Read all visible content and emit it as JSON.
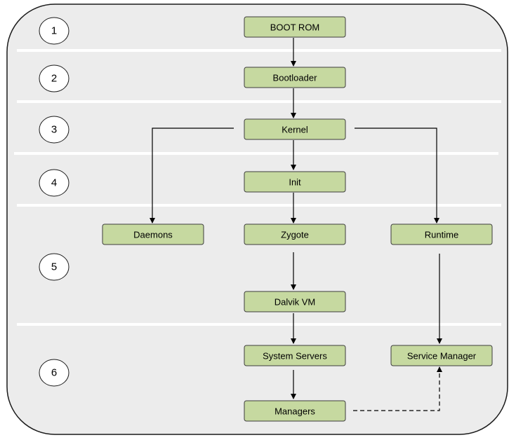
{
  "diagram": {
    "colors": {
      "panel_fill": "#ececec",
      "panel_stroke": "#1a1a1a",
      "separator": "#ffffff",
      "box_fill": "#c6d9a0",
      "box_stroke": "#3d3d3d",
      "arrow": "#000000",
      "circle_fill": "#ffffff"
    },
    "stages": [
      {
        "id": "s1",
        "label": "1"
      },
      {
        "id": "s2",
        "label": "2"
      },
      {
        "id": "s3",
        "label": "3"
      },
      {
        "id": "s4",
        "label": "4"
      },
      {
        "id": "s5",
        "label": "5"
      },
      {
        "id": "s6",
        "label": "6"
      }
    ],
    "boxes": [
      {
        "id": "boot-rom",
        "label": "BOOT ROM"
      },
      {
        "id": "bootloader",
        "label": "Bootloader"
      },
      {
        "id": "kernel",
        "label": "Kernel"
      },
      {
        "id": "init",
        "label": "Init"
      },
      {
        "id": "daemons",
        "label": "Daemons"
      },
      {
        "id": "zygote",
        "label": "Zygote"
      },
      {
        "id": "runtime",
        "label": "Runtime"
      },
      {
        "id": "dalvik-vm",
        "label": "Dalvik VM"
      },
      {
        "id": "system-servers",
        "label": "System Servers"
      },
      {
        "id": "service-manager",
        "label": "Service Manager"
      },
      {
        "id": "managers",
        "label": "Managers"
      }
    ],
    "edges": [
      {
        "from": "boot-rom",
        "to": "bootloader",
        "style": "solid"
      },
      {
        "from": "bootloader",
        "to": "kernel",
        "style": "solid"
      },
      {
        "from": "kernel",
        "to": "init",
        "style": "solid"
      },
      {
        "from": "kernel",
        "to": "daemons",
        "style": "solid"
      },
      {
        "from": "kernel",
        "to": "runtime",
        "style": "solid"
      },
      {
        "from": "init",
        "to": "zygote",
        "style": "solid"
      },
      {
        "from": "zygote",
        "to": "dalvik-vm",
        "style": "solid"
      },
      {
        "from": "dalvik-vm",
        "to": "system-servers",
        "style": "solid"
      },
      {
        "from": "runtime",
        "to": "service-manager",
        "style": "solid"
      },
      {
        "from": "system-servers",
        "to": "managers",
        "style": "solid"
      },
      {
        "from": "managers",
        "to": "service-manager",
        "style": "dashed"
      }
    ]
  }
}
